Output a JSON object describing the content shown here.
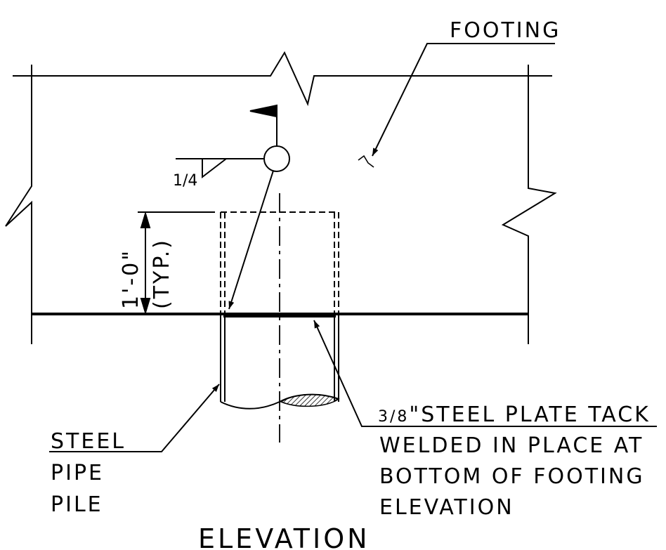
{
  "labels": {
    "footing": "FOOTING",
    "weld_size": "1/4",
    "dimension": "1'-0\"",
    "dimension_note": "(TYP.)",
    "plate_fraction": "3/8",
    "plate_line1_rest": "\"STEEL PLATE TACK",
    "plate_line2": "WELDED IN PLACE AT",
    "plate_line3": "BOTTOM OF FOOTING",
    "plate_line4": "ELEVATION",
    "pile_line1": "STEEL",
    "pile_line2": "PIPE",
    "pile_line3": "PILE",
    "title": "ELEVATION"
  }
}
